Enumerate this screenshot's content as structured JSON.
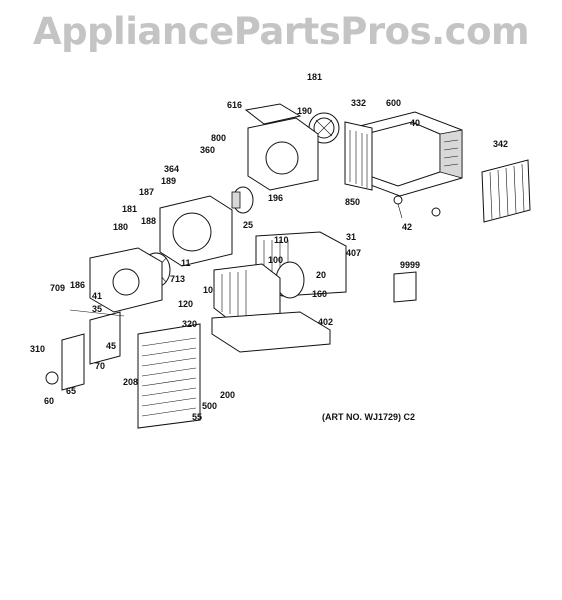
{
  "watermark": "AppliancePartsPros.com",
  "art_number": "(ART NO. WJ1729) C2",
  "part_labels": [
    "181",
    "190",
    "616",
    "332",
    "600",
    "40",
    "342",
    "800",
    "360",
    "364",
    "189",
    "187",
    "196",
    "850",
    "25",
    "42",
    "181",
    "188",
    "180",
    "110",
    "31",
    "407",
    "9999",
    "11",
    "713",
    "10",
    "100",
    "20",
    "709",
    "186",
    "41",
    "35",
    "120",
    "160",
    "402",
    "320",
    "45",
    "310",
    "70",
    "65",
    "60",
    "208",
    "200",
    "500",
    "55"
  ]
}
